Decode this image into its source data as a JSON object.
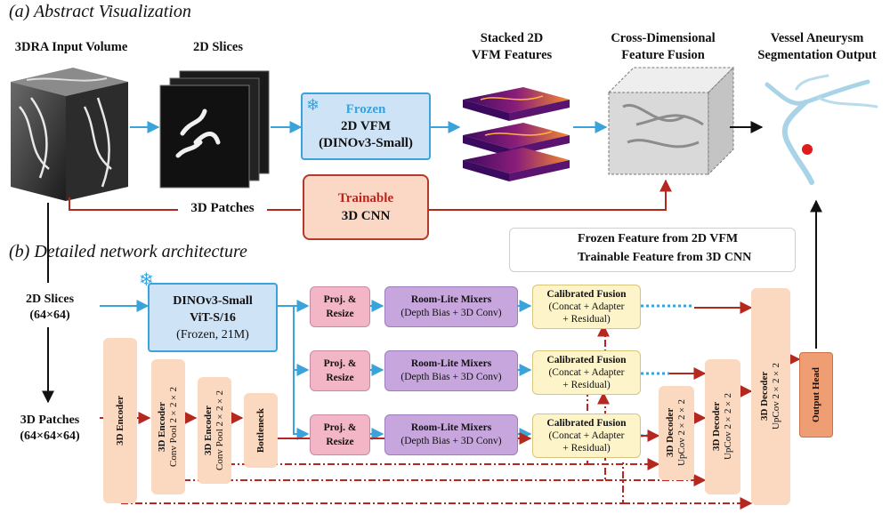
{
  "section_a_title": "(a) Abstract Visualization",
  "section_b_title": "(b) Detailed network architecture",
  "top": {
    "input_volume_label": "3DRA Input Volume",
    "slices_label": "2D Slices",
    "vfm_box": {
      "line1": "Frozen",
      "line2": "2D VFM",
      "line3": "(DINOv3-Small)"
    },
    "stacked_label": [
      "Stacked 2D",
      "VFM Features"
    ],
    "fusion_label": [
      "Cross-Dimensional",
      "Feature Fusion"
    ],
    "output_label": [
      "Vessel Aneurysm",
      "Segmentation Output"
    ],
    "patches_label": "3D Patches",
    "cnn_box": {
      "line1": "Trainable",
      "line2": "3D CNN"
    }
  },
  "legend": {
    "frozen_label": "Frozen Feature from 2D VFM",
    "trainable_label": "Trainable Feature from 3D CNN",
    "frozen_color": "#3aa3da",
    "trainable_color": "#b5281f"
  },
  "bottom": {
    "slices_input": {
      "line1": "2D Slices",
      "line2": "(64×64)"
    },
    "patches_input": {
      "line1": "3D Patches",
      "line2": "(64×64×64)"
    },
    "dino_box": {
      "line1": "DINOv3-Small",
      "line2": "ViT-S/16",
      "line3": "(Frozen, 21M)"
    },
    "proj_label": [
      "Proj. &",
      "Resize"
    ],
    "mixer_label": {
      "line1": "Room-Lite Mixers",
      "line2": "(Depth Bias + 3D Conv)"
    },
    "fusion_label": {
      "line1": "Calibrated Fusion",
      "line2": "(Concat + Adapter",
      "line3": "+ Residual)"
    },
    "encoder1": {
      "title": "3D Encoder"
    },
    "encoder2": {
      "title": "3D Encoder",
      "sub": "Conv Pool 2×2×2"
    },
    "encoder3": {
      "title": "3D Encoder",
      "sub": "Conv Pool 2×2×2"
    },
    "bottleneck": {
      "title": "Bottleneck"
    },
    "decoder1": {
      "title": "3D Decoder",
      "sub": "UpCov 2×2×2"
    },
    "decoder2": {
      "title": "3D Decoder",
      "sub": "UpCov 2×2×2"
    },
    "decoder3": {
      "title": "3D Decoder",
      "sub": "UpCov 2×2×2"
    },
    "output_head": "Output Head"
  },
  "colors": {
    "frozen": "#3aa3da",
    "trainable": "#b5281f",
    "proj": "#f3b6c7",
    "mixer": "#c6a6dc",
    "fusion": "#fdf5c9",
    "encoder": "#fad9c0",
    "output_head": "#ef9e74"
  },
  "icons": [
    "snowflake-icon"
  ]
}
